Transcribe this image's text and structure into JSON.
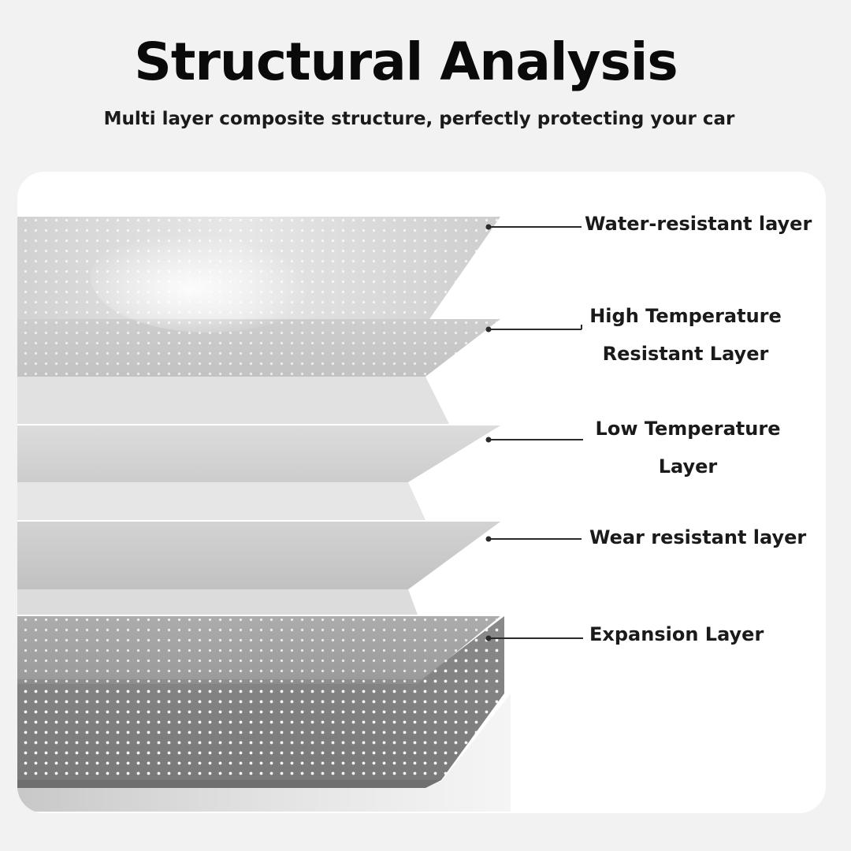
{
  "header": {
    "title": "Structural Analysis",
    "subtitle": "Multi layer composite structure, perfectly protecting your car"
  },
  "layers": [
    {
      "line1": "Water-resistant layer",
      "line2": ""
    },
    {
      "line1": "High Temperature",
      "line2": "Resistant Layer"
    },
    {
      "line1": "Low Temperature",
      "line2": "Layer"
    },
    {
      "line1": "Wear resistant layer",
      "line2": ""
    },
    {
      "line1": "Expansion Layer",
      "line2": ""
    }
  ],
  "colors": {
    "background": "#f2f2f2",
    "panel": "#ffffff",
    "text": "#111111",
    "leader_line": "#2a2a2a"
  }
}
